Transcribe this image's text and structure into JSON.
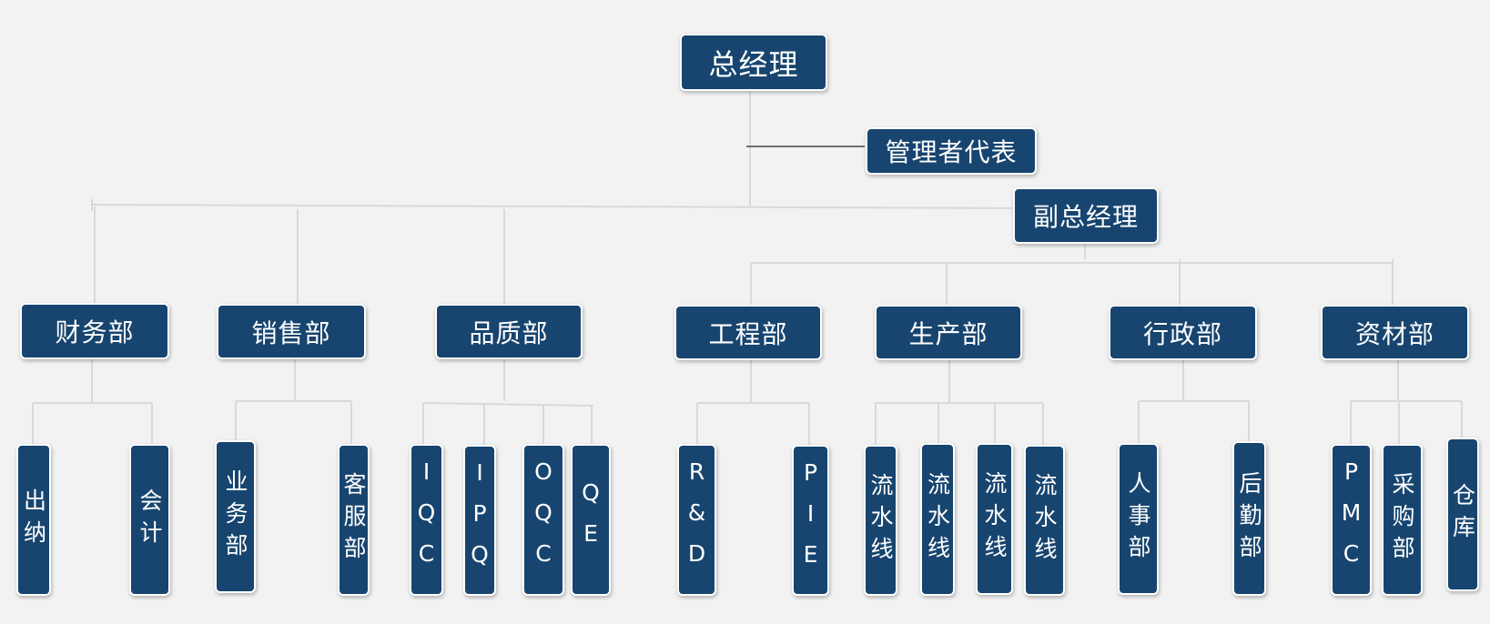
{
  "nodes": {
    "gm": "总经理",
    "rep": "管理者代表",
    "vgm": "副总经理",
    "finance": "财务部",
    "sales": "销售部",
    "quality": "品质部",
    "engineering": "工程部",
    "production": "生产部",
    "admin": "行政部",
    "materials": "资材部",
    "cashier": "出纳",
    "accounting": "会计",
    "business": "业务部",
    "service": "客服部",
    "iqc": "IQC",
    "ipq": "IPQ",
    "oqc": "OQC",
    "qe": "QE",
    "rnd": "R&D",
    "pie": "PIE",
    "line1": "流水线",
    "line2": "流水线",
    "line3": "流水线",
    "line4": "流水线",
    "hr": "人事部",
    "logistics": "后勤部",
    "pmc": "PMC",
    "purchasing": "采购部",
    "warehouse": "仓库"
  },
  "colors": {
    "node_fill": "#17456f",
    "line": "#d9d9d9",
    "rep_line": "#222222",
    "background": "#f2f2f2"
  }
}
